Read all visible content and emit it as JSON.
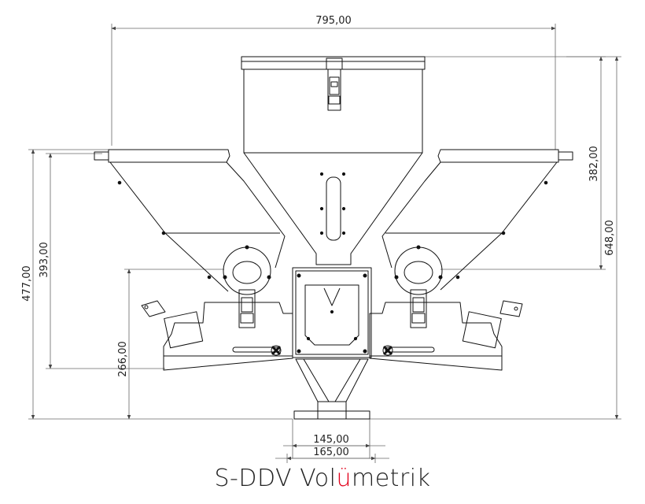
{
  "dimensions": {
    "overall_width": "795,00",
    "height_right_outer": "648,00",
    "height_right_inner": "382,00",
    "height_left_outer": "477,00",
    "height_left_inner": "393,00",
    "height_lower": "266,00",
    "base_inner": "145,00",
    "base_outer": "165,00"
  },
  "caption": {
    "prefix": "S-DDV Vol",
    "accent": "ü",
    "suffix": "metrik"
  },
  "colors": {
    "line": "#111111",
    "dimension_line": "#555555",
    "text": "#222222",
    "accent": "#e2001a"
  }
}
